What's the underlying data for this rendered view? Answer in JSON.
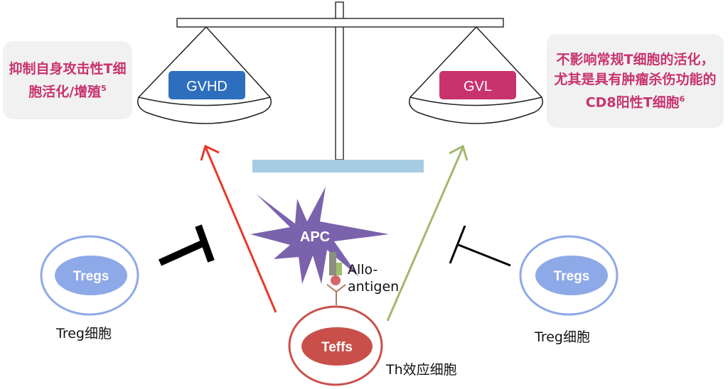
{
  "scale": {
    "left_pan_label": "GVHD",
    "right_pan_label": "GVL"
  },
  "notes": {
    "left": {
      "text": "抑制自身攻击性T细胞活化/增殖",
      "ref": "5"
    },
    "right": {
      "text": "不影响常规T细胞的活化，尤其是具有肿瘤杀伤功能的CD8阳性T细胞",
      "ref": "6"
    }
  },
  "cells": {
    "apc": "APC",
    "antigen": "Allo-\nantigen",
    "teffs": "Teffs",
    "teffs_caption": "Th效应细胞",
    "tregs_left": "Tregs",
    "tregs_left_caption": "Treg细胞",
    "tregs_right": "Tregs",
    "tregs_right_caption": "Treg细胞"
  },
  "colors": {
    "gvhd": "#2e6fbd",
    "gvl": "#c8336e",
    "note_text": "#c8336e",
    "note_bg": "#f1f1f1",
    "apc": "#7b62ad",
    "teffs": "#c9504a",
    "tregs": "#8ea9e8",
    "fulcrum": "#a7cbe3",
    "arrow_gvhd": "#e8392a",
    "arrow_gvl": "#a3b86e"
  }
}
